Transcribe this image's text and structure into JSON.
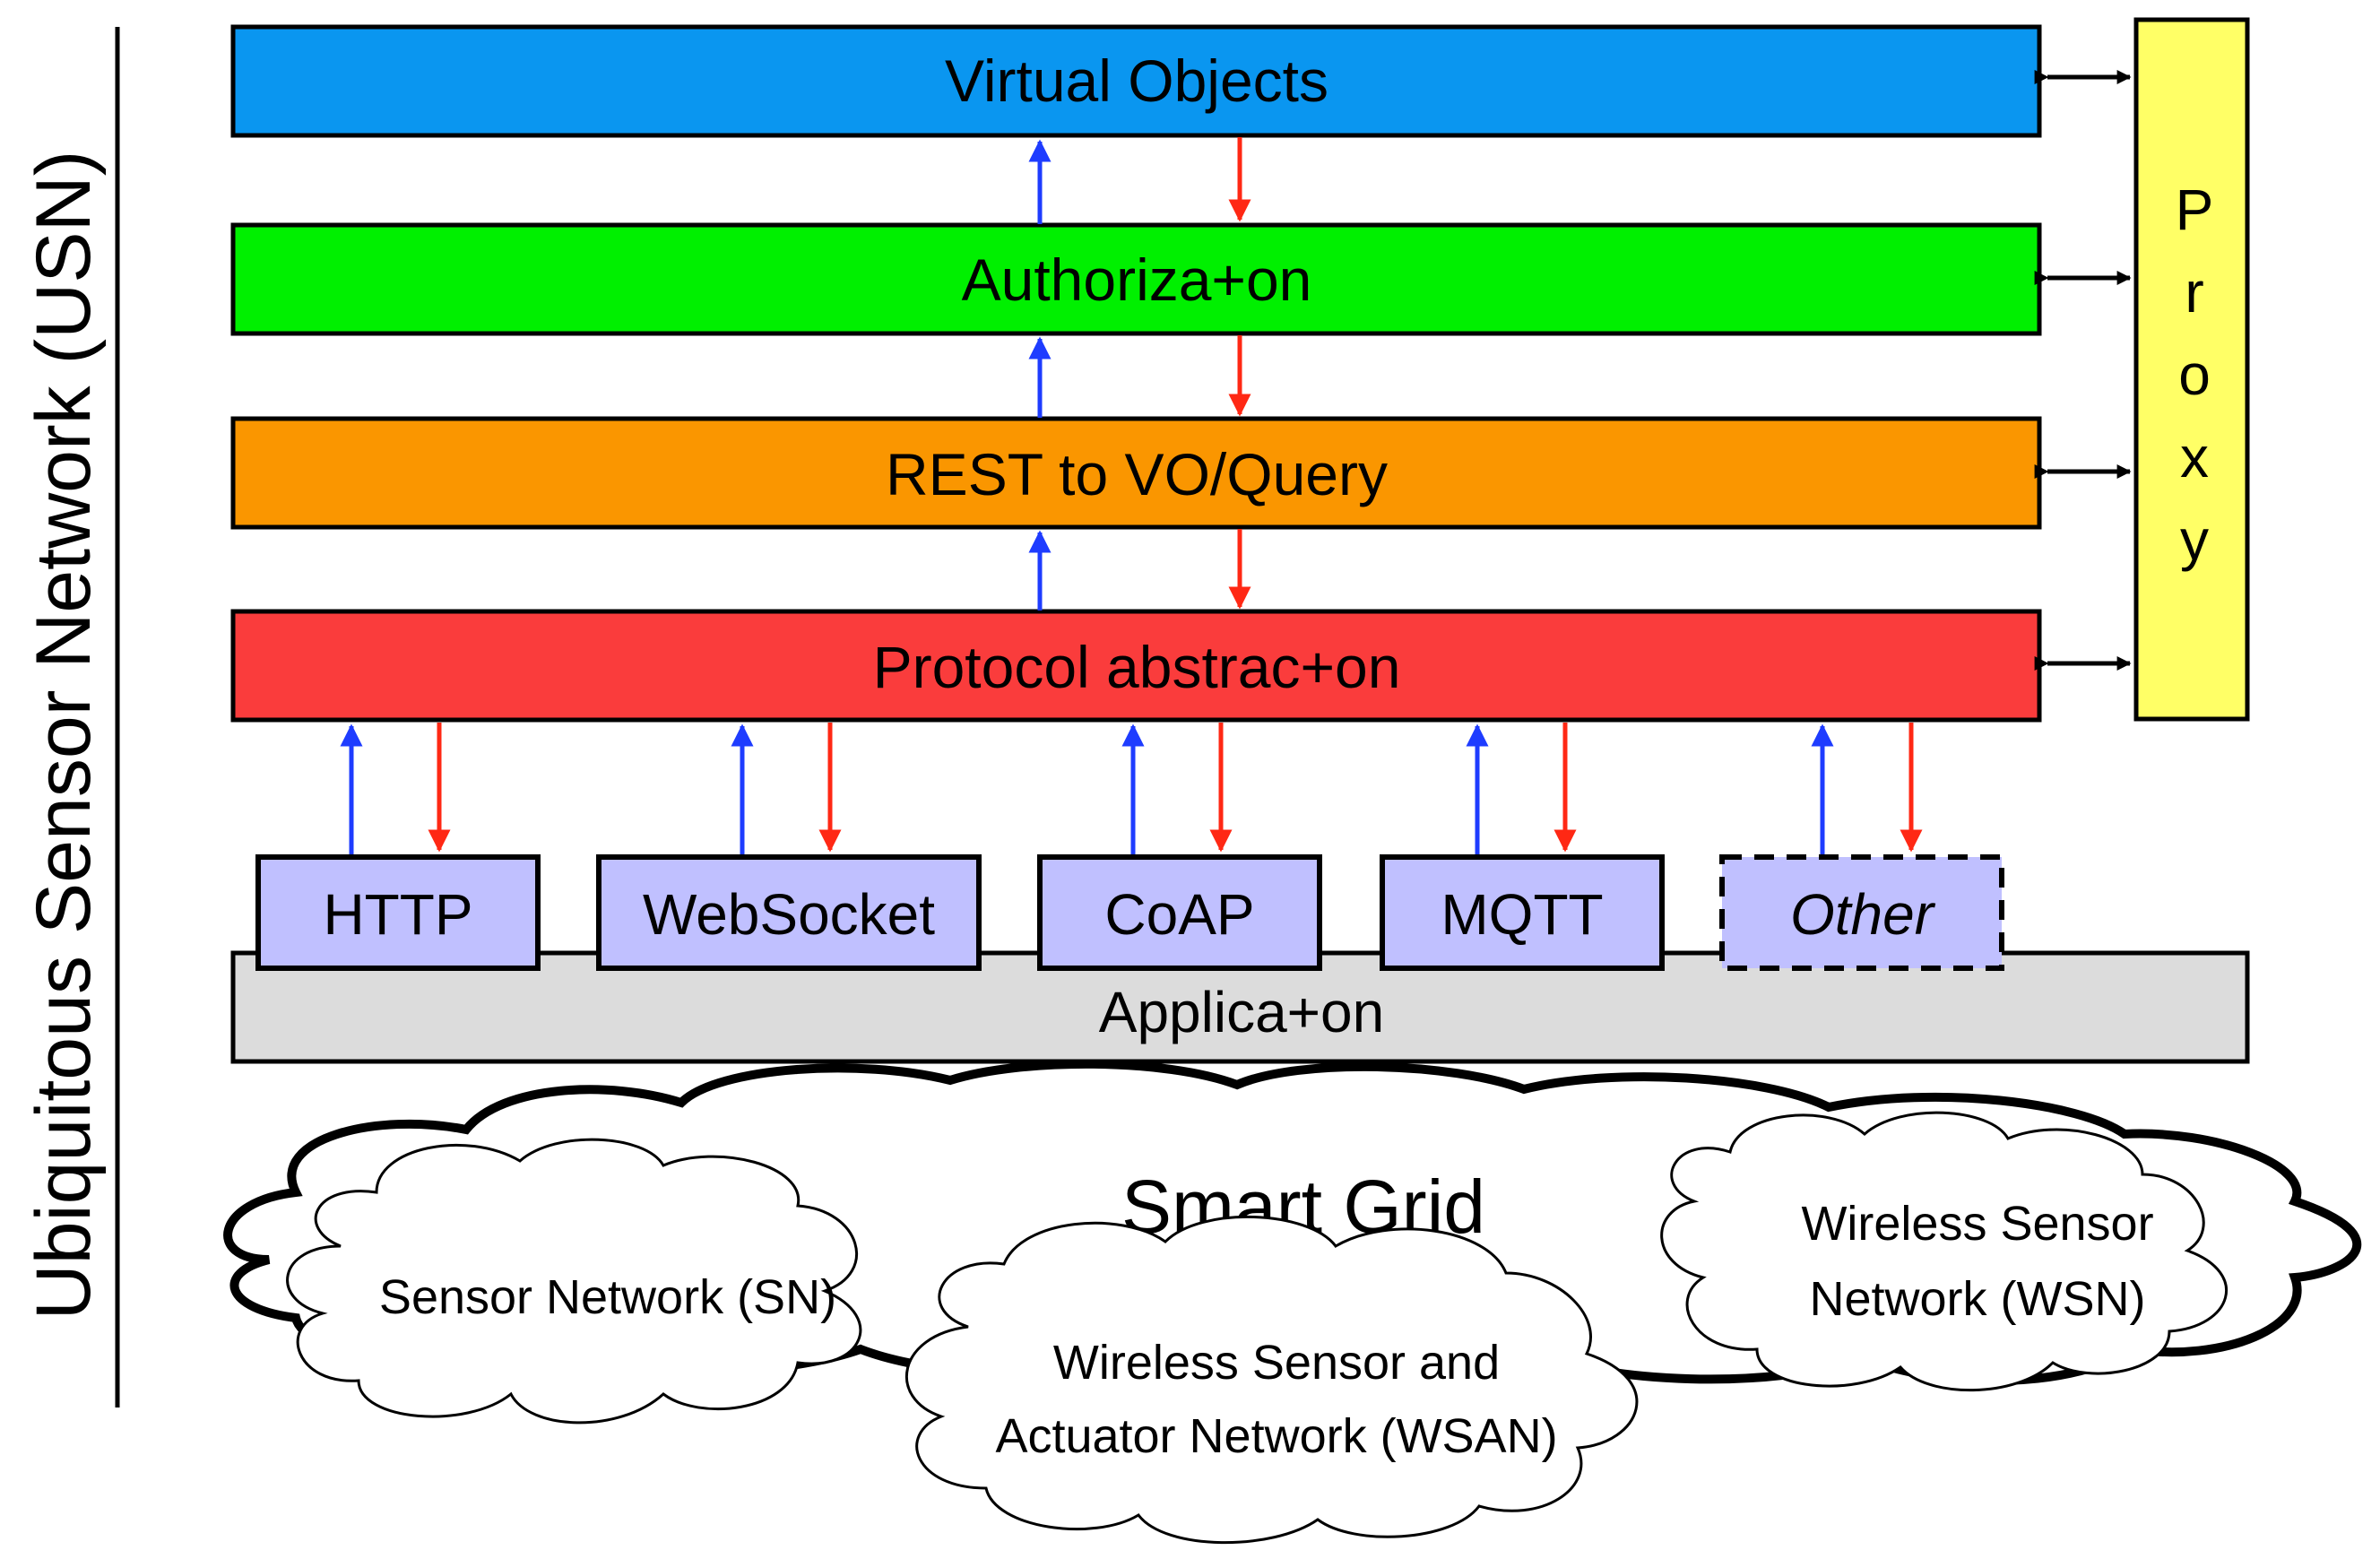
{
  "side_label": "Ubiquitous Sensor Network (USN)",
  "layers": {
    "virtual_objects": {
      "label": "Virtual Objects",
      "color": "#0a96f0"
    },
    "authorization": {
      "label": "Authoriza+on",
      "color": "#00f000"
    },
    "rest": {
      "label": "REST to VO/Query",
      "color": "#fa9600"
    },
    "protocol": {
      "label": "Protocol abstrac+on",
      "color": "#fa3c3c"
    }
  },
  "proxy": {
    "letters": [
      "P",
      "r",
      "o",
      "x",
      "y"
    ],
    "color": "#ffff66"
  },
  "protocols": [
    {
      "label": "HTTP",
      "dashed": false,
      "italic": false
    },
    {
      "label": "WebSocket",
      "dashed": false,
      "italic": false
    },
    {
      "label": "CoAP",
      "dashed": false,
      "italic": false
    },
    {
      "label": "MQTT",
      "dashed": false,
      "italic": false
    },
    {
      "label": "Other",
      "dashed": true,
      "italic": true
    }
  ],
  "protocol_box_color": "#c0c0ff",
  "application": {
    "label": "Applica+on",
    "color": "#dcdcdc"
  },
  "smart_grid": {
    "title": "Smart Grid",
    "clouds": {
      "sn": [
        "Sensor Network (SN)"
      ],
      "wsan": [
        "Wireless Sensor and",
        "Actuator Network (WSAN)"
      ],
      "wsn": [
        "Wireless Sensor",
        "Network (WSN)"
      ]
    }
  },
  "arrow_colors": {
    "up": "#1e3cff",
    "down": "#ff2814",
    "proxy": "#000000"
  }
}
